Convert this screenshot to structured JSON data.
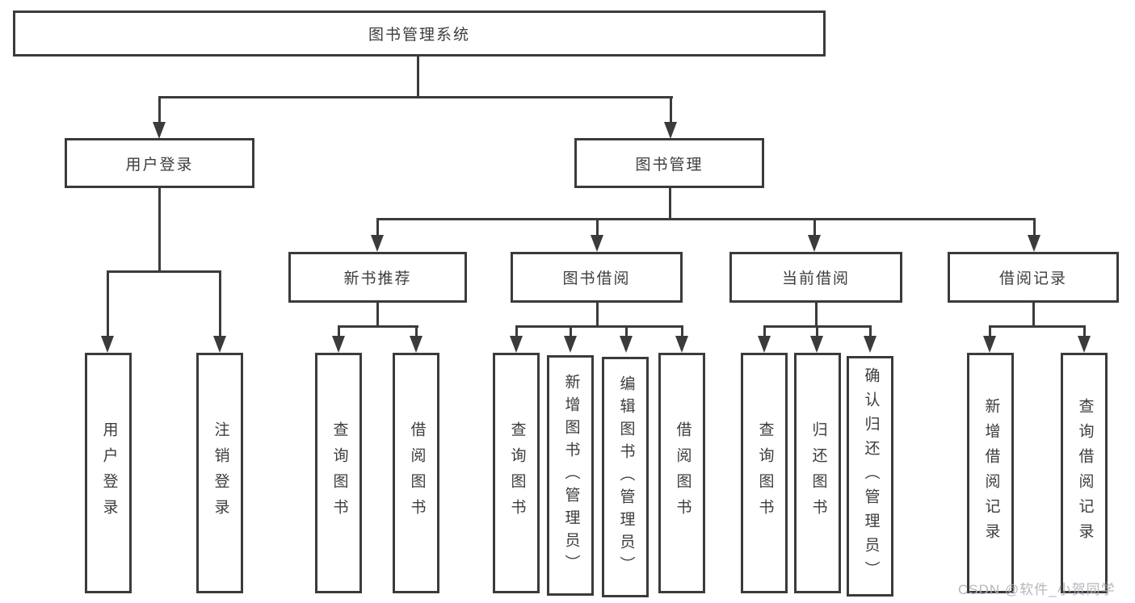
{
  "diagram": {
    "root": "图书管理系统",
    "level2": {
      "login": "用户登录",
      "management": "图书管理"
    },
    "level3": {
      "recommend": "新书推荐",
      "borrow": "图书借阅",
      "current": "当前借阅",
      "records": "借阅记录"
    },
    "leaves": {
      "login_user": "用户登录",
      "login_logout": "注销登录",
      "rec_query": "查询图书",
      "rec_borrow": "借阅图书",
      "bor_query": "查询图书",
      "bor_add": "新增图书（管理员）",
      "bor_edit": "编辑图书（管理员）",
      "bor_borrow": "借阅图书",
      "cur_query": "查询图书",
      "cur_return": "归还图书",
      "cur_confirm": "确认归还（管理员）",
      "rcd_add": "新增借阅记录",
      "rcd_query": "查询借阅记录"
    }
  },
  "watermark": "CSDN @软件_小贺同学",
  "colors": {
    "line": "#3b3b3b",
    "text": "#3d3d3d",
    "background": "#ffffff",
    "watermark": "#b0b3b8"
  }
}
